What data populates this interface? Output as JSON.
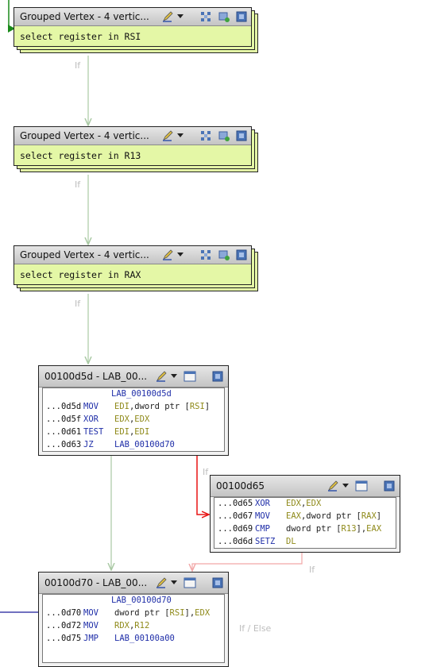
{
  "grouped_vertices": [
    {
      "title": "Grouped Vertex - 4 vertic...",
      "text": "select register in RSI"
    },
    {
      "title": "Grouped Vertex - 4 vertic...",
      "text": "select register in R13"
    },
    {
      "title": "Grouped Vertex - 4 vertic...",
      "text": "select register in RAX"
    }
  ],
  "code_blocks": [
    {
      "title": "00100d5d - LAB_00...",
      "label": "LAB_00100d5d",
      "rows": [
        {
          "addr": "...0d5d",
          "mn": "MOV",
          "ops": [
            {
              "t": "EDI",
              "k": "reg"
            },
            {
              "t": ",dword ptr [",
              "k": "plain"
            },
            {
              "t": "RSI",
              "k": "reg"
            },
            {
              "t": "]",
              "k": "plain"
            }
          ]
        },
        {
          "addr": "...0d5f",
          "mn": "XOR",
          "ops": [
            {
              "t": "EDX",
              "k": "reg"
            },
            {
              "t": ",",
              "k": "plain"
            },
            {
              "t": "EDX",
              "k": "reg"
            }
          ]
        },
        {
          "addr": "...0d61",
          "mn": "TEST",
          "ops": [
            {
              "t": "EDI",
              "k": "reg"
            },
            {
              "t": ",",
              "k": "plain"
            },
            {
              "t": "EDI",
              "k": "reg"
            }
          ]
        },
        {
          "addr": "...0d63",
          "mn": "JZ",
          "ops": [
            {
              "t": "LAB_00100d70",
              "k": "lbl"
            }
          ]
        }
      ]
    },
    {
      "title": "00100d65",
      "label": "",
      "rows": [
        {
          "addr": "...0d65",
          "mn": "XOR",
          "ops": [
            {
              "t": "EDX",
              "k": "reg"
            },
            {
              "t": ",",
              "k": "plain"
            },
            {
              "t": "EDX",
              "k": "reg"
            }
          ]
        },
        {
          "addr": "...0d67",
          "mn": "MOV",
          "ops": [
            {
              "t": "EAX",
              "k": "reg"
            },
            {
              "t": ",dword ptr [",
              "k": "plain"
            },
            {
              "t": "RAX",
              "k": "reg"
            },
            {
              "t": "]",
              "k": "plain"
            }
          ]
        },
        {
          "addr": "...0d69",
          "mn": "CMP",
          "ops": [
            {
              "t": "dword ptr [",
              "k": "plain"
            },
            {
              "t": "R13",
              "k": "reg"
            },
            {
              "t": "],",
              "k": "plain"
            },
            {
              "t": "EAX",
              "k": "reg"
            }
          ]
        },
        {
          "addr": "...0d6d",
          "mn": "SETZ",
          "ops": [
            {
              "t": "DL",
              "k": "reg"
            }
          ]
        }
      ]
    },
    {
      "title": "00100d70 - LAB_00...",
      "label": "LAB_00100d70",
      "rows": [
        {
          "addr": "...0d70",
          "mn": "MOV",
          "ops": [
            {
              "t": "dword ptr [",
              "k": "plain"
            },
            {
              "t": "RSI",
              "k": "reg"
            },
            {
              "t": "],",
              "k": "plain"
            },
            {
              "t": "EDX",
              "k": "reg"
            }
          ]
        },
        {
          "addr": "...0d72",
          "mn": "MOV",
          "ops": [
            {
              "t": "RDX",
              "k": "reg"
            },
            {
              "t": ",",
              "k": "plain"
            },
            {
              "t": "R12",
              "k": "reg"
            }
          ]
        },
        {
          "addr": "...0d75",
          "mn": "JMP",
          "ops": [
            {
              "t": "LAB_00100a00",
              "k": "lbl"
            }
          ]
        }
      ]
    }
  ],
  "edge_labels": [
    "If",
    "If",
    "If",
    "If",
    "If",
    "If / Else"
  ],
  "icons": {
    "grouped": [
      "edit-label-icon",
      "dropdown-arrow-icon",
      "ungroup-vertices-icon",
      "add-to-group-icon",
      "restore-size-icon"
    ],
    "code": [
      "edit-label-icon",
      "dropdown-arrow-icon",
      "full-window-icon",
      "restore-size-icon"
    ]
  },
  "colors": {
    "node_fill": "#e4f7a6",
    "edge_fallthrough": "#a9c9a4",
    "edge_conditional": "#e81313",
    "edge_unconditional_in": "#1a1a9a",
    "entry_arrow": "#1a8a1a"
  }
}
